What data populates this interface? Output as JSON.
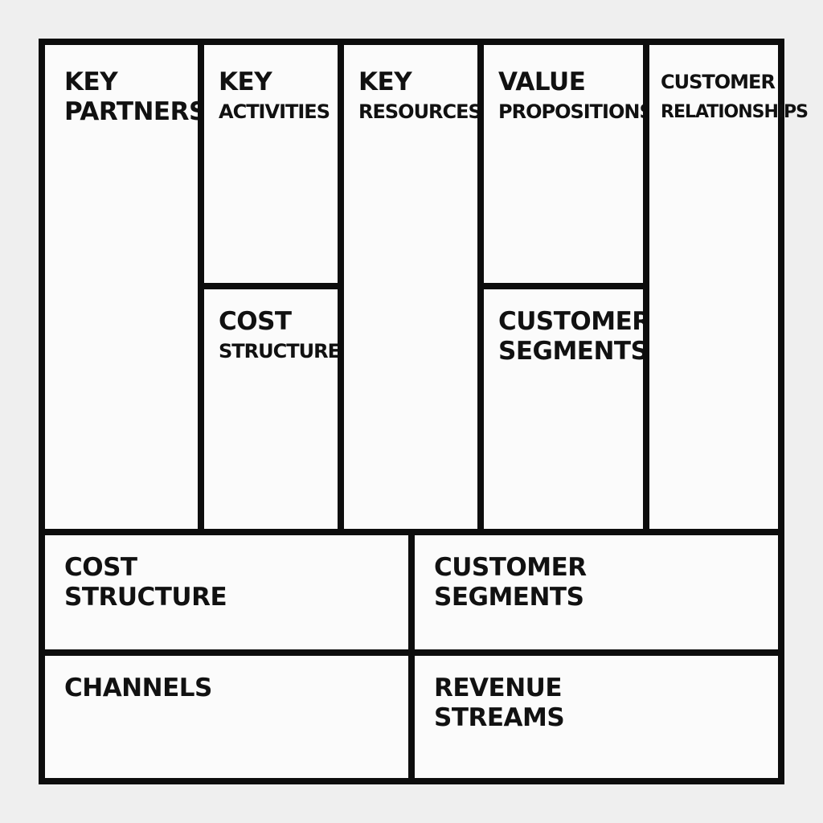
{
  "canvas": {
    "cells": {
      "key_partners": {
        "line1": "KEY",
        "line2": "PARTNERS"
      },
      "key_activities": {
        "line1": "KEY",
        "line2": "ACTIVITIES"
      },
      "key_resources": {
        "line1": "KEY",
        "line2": "RESOURCES"
      },
      "value_propositions": {
        "line1": "VALUE",
        "line2": "PROPOSITIONS"
      },
      "customer_relationships": {
        "line1": "CUSTOMER",
        "line2": "RELATIONSHIPS"
      },
      "cost_structure_inner": {
        "line1": "COST",
        "line2": "STRUCTURE"
      },
      "customer_segments_inner": {
        "line1": "CUSTOMER",
        "line2": "SEGMENTS"
      },
      "cost_structure_bottom": {
        "line1": "COST",
        "line2": "STRUCTURE"
      },
      "customer_segments_bottom": {
        "line1": "CUSTOMER",
        "line2": "SEGMENTS"
      },
      "channels": {
        "line1": "CHANNELS"
      },
      "revenue_streams": {
        "line1": "REVENUE",
        "line2": "STREAMS"
      }
    }
  }
}
